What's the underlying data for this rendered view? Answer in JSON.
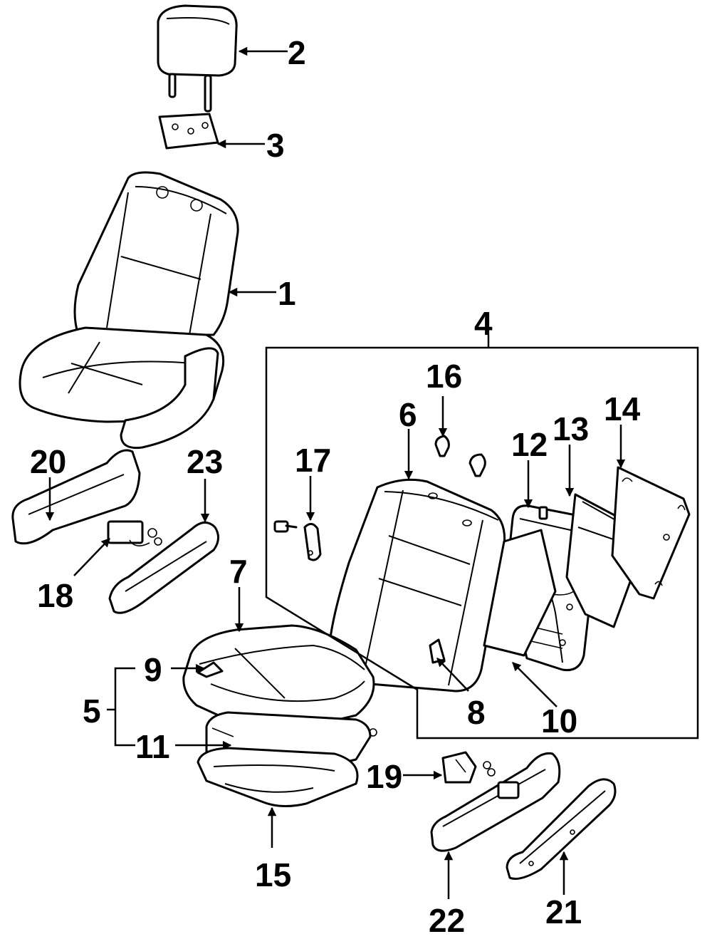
{
  "diagram": {
    "callouts": {
      "c1": "1",
      "c2": "2",
      "c3": "3",
      "c4": "4",
      "c5": "5",
      "c6": "6",
      "c7": "7",
      "c8": "8",
      "c9": "9",
      "c10": "10",
      "c11": "11",
      "c12": "12",
      "c13": "13",
      "c14": "14",
      "c15": "15",
      "c16": "16",
      "c17": "17",
      "c18": "18",
      "c19": "19",
      "c20": "20",
      "c21": "21",
      "c22": "22",
      "c23": "23"
    },
    "colors": {
      "line": "#000000",
      "background": "#ffffff"
    }
  }
}
